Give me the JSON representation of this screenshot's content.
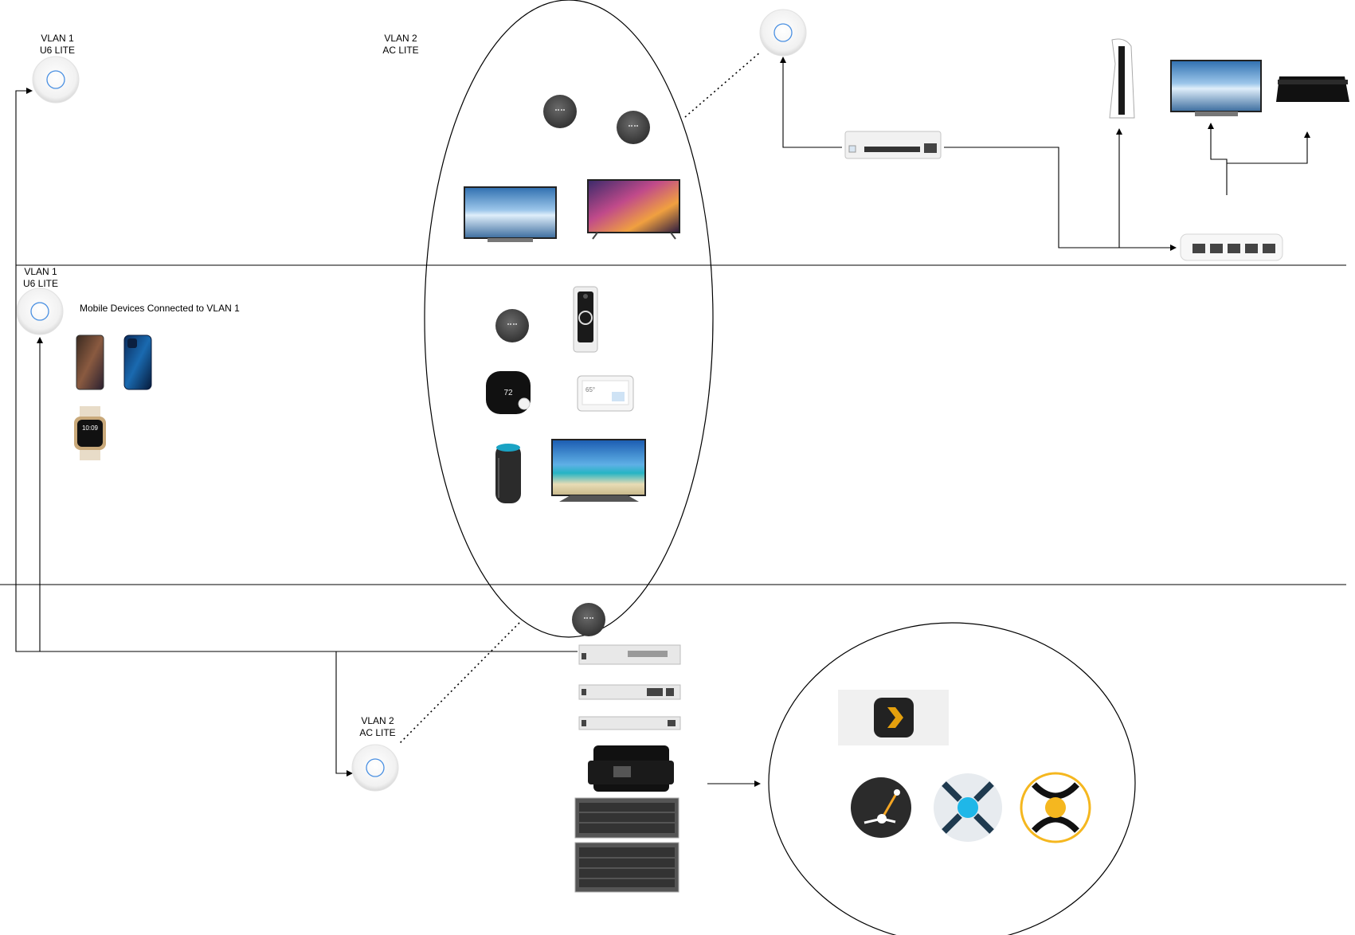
{
  "labels": {
    "ap_top_left": {
      "line1": "VLAN 1",
      "line2": "U6 LITE"
    },
    "ap_top_ellipse": {
      "line1": "VLAN 2",
      "line2": "AC LITE"
    },
    "ap_middle_left": {
      "line1": "VLAN 1",
      "line2": "U6 LITE"
    },
    "ap_bottom": {
      "line1": "VLAN 2",
      "line2": "AC LITE"
    },
    "mobile_caption": "Mobile Devices Connected to VLAN 1"
  },
  "icons": [
    "access-point-icon",
    "smart-speaker-icon",
    "tv-icon",
    "network-switch-icon",
    "game-console-icon",
    "streaming-box-icon",
    "doorbell-camera-icon",
    "thermostat-icon",
    "smart-display-icon",
    "phone-icon",
    "smartwatch-icon",
    "printer-icon",
    "server-icon",
    "plex-icon",
    "media-app-icon"
  ],
  "colors": {
    "line": "#000000",
    "ap_ring": "#4a90e2",
    "speaker": "#4a4a4a",
    "plex_orange": "#e5a00d",
    "app_blue": "#1fb7e8",
    "app_yellow": "#f5b71f"
  }
}
